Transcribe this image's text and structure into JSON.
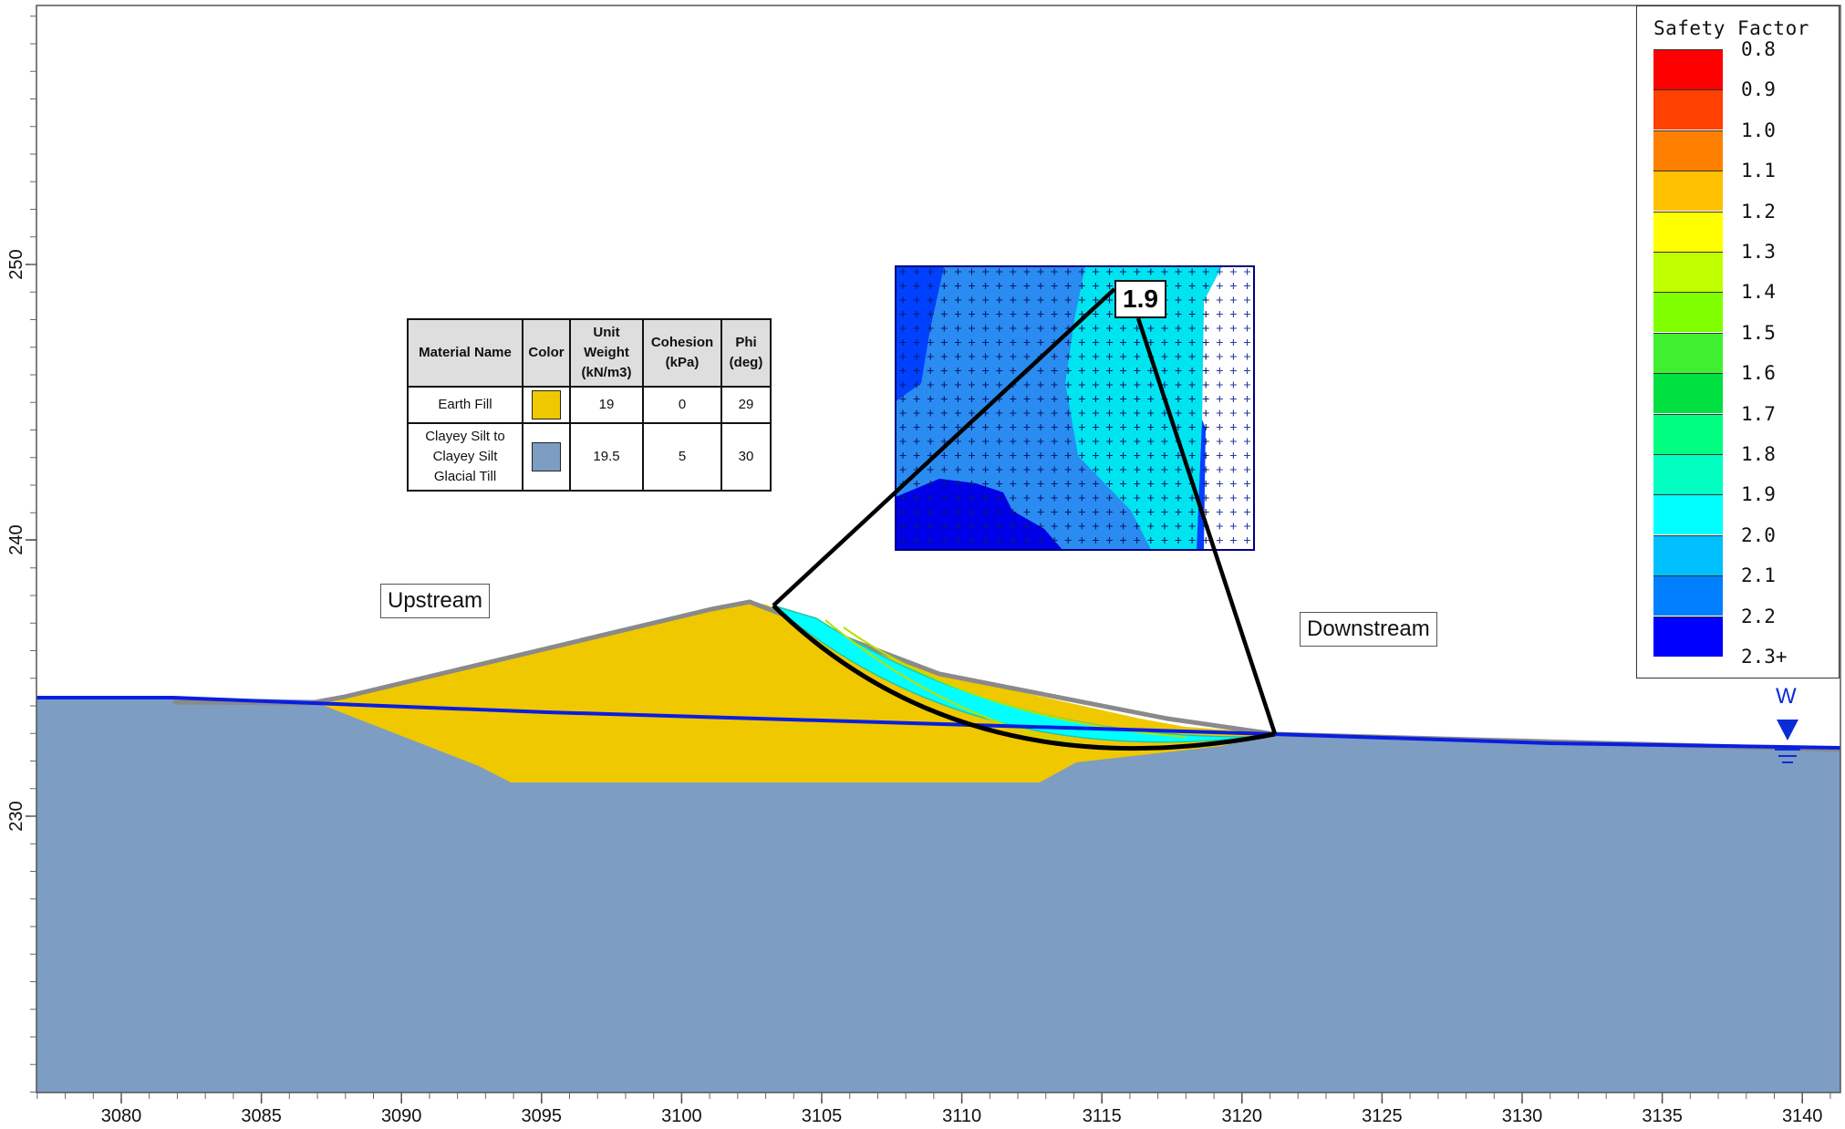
{
  "axes": {
    "x_ticks": [
      "3080",
      "3085",
      "3090",
      "3095",
      "3100",
      "3105",
      "3110",
      "3115",
      "3120",
      "3125",
      "3130",
      "3135",
      "3140"
    ],
    "y_ticks": [
      "250",
      "240",
      "230"
    ]
  },
  "labels": {
    "upstream": "Upstream",
    "downstream": "Downstream",
    "critical_fs": "1.9",
    "water_table": "W"
  },
  "materials": {
    "headers": [
      "Material Name",
      "Color",
      "Unit Weight (kN/m3)",
      "Cohesion (kPa)",
      "Phi (deg)"
    ],
    "rows": [
      {
        "name": "Earth Fill",
        "color": "#f0c800",
        "unit_weight": "19",
        "cohesion": "0",
        "phi": "29"
      },
      {
        "name": "Clayey Silt to Clayey Silt Glacial Till",
        "color": "#7d9dc2",
        "unit_weight": "19.5",
        "cohesion": "5",
        "phi": "30"
      }
    ]
  },
  "legend": {
    "title": "Safety Factor",
    "items": [
      {
        "label": "0.8",
        "color": "#ff0000"
      },
      {
        "label": "0.9",
        "color": "#ff4000"
      },
      {
        "label": "1.0",
        "color": "#ff8000"
      },
      {
        "label": "1.1",
        "color": "#ffc000"
      },
      {
        "label": "1.2",
        "color": "#ffff00"
      },
      {
        "label": "1.3",
        "color": "#c0ff00"
      },
      {
        "label": "1.4",
        "color": "#80ff00"
      },
      {
        "label": "1.5",
        "color": "#40f030"
      },
      {
        "label": "1.6",
        "color": "#00e040"
      },
      {
        "label": "1.7",
        "color": "#00ff80"
      },
      {
        "label": "1.8",
        "color": "#00ffc0"
      },
      {
        "label": "1.9",
        "color": "#00ffff"
      },
      {
        "label": "2.0",
        "color": "#00c0ff"
      },
      {
        "label": "2.1",
        "color": "#0080ff"
      },
      {
        "label": "2.2",
        "color": "#0000ff"
      },
      {
        "label": "2.3+",
        "color": null
      }
    ]
  },
  "colors": {
    "foundation": "#7d9dc2",
    "earth_fill": "#f0c800",
    "slip_surface": "#00ffff",
    "water_line": "#0a1ee0",
    "dam_surface": "#888888"
  }
}
